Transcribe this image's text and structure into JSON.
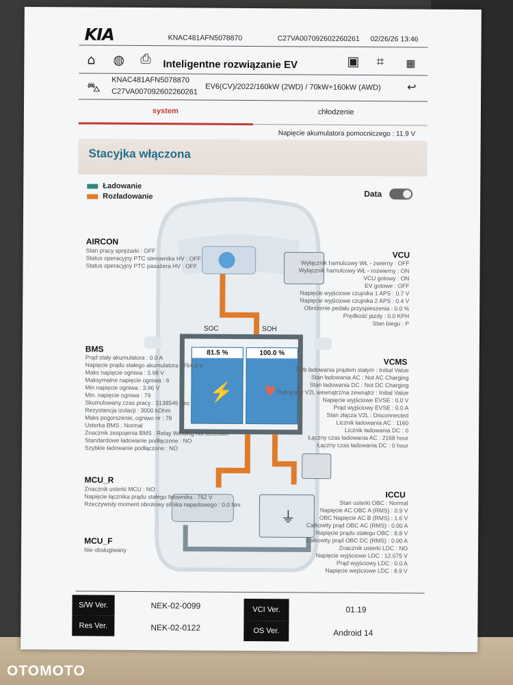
{
  "header": {
    "brand": "KIA",
    "vin": "KNAC481AFN5078870",
    "code": "C27VA007092602260261",
    "datetime": "02/26/26 13:46"
  },
  "toolbar": {
    "title": "Inteligentne rozwiązanie EV"
  },
  "vehicle": {
    "vin": "KNAC481AFN5078870",
    "code": "C27VA007092602260261",
    "model": "EV6(CV)/2022/160kW (2WD) / 70kW+160kW (AWD)"
  },
  "tabs": [
    {
      "label": "system"
    },
    {
      "label": "chłodzenie"
    }
  ],
  "aux_voltage": "Napięcie akumulatora pomocniczego : 11.9 V",
  "status_banner": "Stacyjka włączona",
  "legend": {
    "charging": "Ładowanie",
    "discharging": "Rozładowanie",
    "charging_color": "#2c8a7d",
    "discharging_color": "#e07b2a"
  },
  "data_toggle_label": "Data",
  "aircon": {
    "title": "AIRCON",
    "lines": [
      "Stan pracy sprężarki : OFF",
      "Status operacyjny PTC sterownika HV : OFF",
      "Status operacyjny PTC pasażera HV : OFF"
    ]
  },
  "vcu": {
    "title": "VCU",
    "lines": [
      "Wyłącznik hamulcowy  WŁ - zwierny : OFF",
      "Wyłącznik hamulcowy  WŁ - rozwierny : ON",
      "VCU gotowy : ON",
      "EV gotowe : OFF",
      "Napięcie wyjściowe czujnika 1 APS : 0.7 V",
      "Napięcie wyjściowe czujnika 2 APS : 0.4 V",
      "Obniżenie pedału przyspieszenia : 0.0 %",
      "Prędkość jazdy : 0.0 KPH",
      "Stan biegu : P"
    ]
  },
  "bms": {
    "title": "BMS",
    "lines": [
      "Prąd stały akumulatora : 0.0 A",
      "Napięcie prądu stałego akumulatora : 764.0 V",
      "Maks napięcie ogniwa : 3.98 V",
      "Maksymalne napięcie ogniwa : 6",
      "Min napięcie ogniwa : 3.96 V",
      "Min. napięcie ogniwa : 79",
      "Skumulowany czas pracy : 3138549 Sec",
      "Rezystancja izolacji : 3000 kOhm",
      "Maks pogorszenie, ogniwo nr : 78",
      "Usterka BMS : Normal",
      "Znacznik zespojenia BMS : Relay Welding not detection",
      "Standardowe ładowanie podłączone : NO",
      "Szybkie ładowanie podłączone : NO"
    ]
  },
  "battery": {
    "soc_label": "SOC",
    "soh_label": "SOH",
    "soc_value": "81.5 %",
    "soh_value": "100.0 %",
    "soc_fraction": 0.815,
    "soh_fraction": 1.0
  },
  "vcms": {
    "title": "VCMS",
    "lines": [
      "Tryb ładowania prądem stałym : Initial Value",
      "Stan ładowania AC : Not AC Charging",
      "Stan ładowania DC : Not DC Charging",
      "Tryb pracy V2L wewnątrz/na zewnątrz : Initial Value",
      "Napięcie wyjściowe EVSE : 0.0 V",
      "Prąd wyjściowy EVSE : 0.0 A",
      "Stan złącza V2L : Disconnected",
      "Licznik ładowania AC : 1160",
      "Licznik ładowania DC : 0",
      "Łączny czas ładowania AC : 2168 hour",
      "Łączny czas ładowania DC : 0 hour"
    ]
  },
  "mcu_r": {
    "title": "MCU_R",
    "lines": [
      "Znacznik usterki MCU : NO",
      "Napięcie łącznika prądu stałego falownika : 762 V",
      "Rzeczywisty moment obrotowy silnika napędowego : 0.0 Nm"
    ]
  },
  "iccu": {
    "title": "ICCU",
    "lines": [
      "Stan usterki OBC : Normal",
      "Napięcie AC OBC A (RMS) : 0.9 V",
      "OBC Napięcie AC B (RMS) : 1.6 V",
      "Całkowity prąd OBC AC (RMS) : 0.00 A",
      "Napięcie prądu stałego OBC : 8.8 V",
      "Całkowity prąd OBC DC (RMS) : 0.00 A",
      "Znacznik usterki LDC : NO",
      "Napięcie wyjściowe LDC : 12.075 V",
      "Prąd wyjściowy LDC : 0.0 A",
      "Napięcie wejściowe LDC : 8.9 V"
    ]
  },
  "mcu_f": {
    "title": "MCU_F",
    "lines": [
      "Nie obsługiwany"
    ]
  },
  "footer": {
    "sw_label": "S/W Ver.",
    "sw_value": "NEK-02-0099",
    "res_label": "Res Ver.",
    "res_value": "NEK-02-0122",
    "vci_label": "VCI Ver.",
    "vci_value": "01.19",
    "os_label": "OS Ver.",
    "os_value": "Android 14"
  },
  "watermark": "OTOMOTO"
}
